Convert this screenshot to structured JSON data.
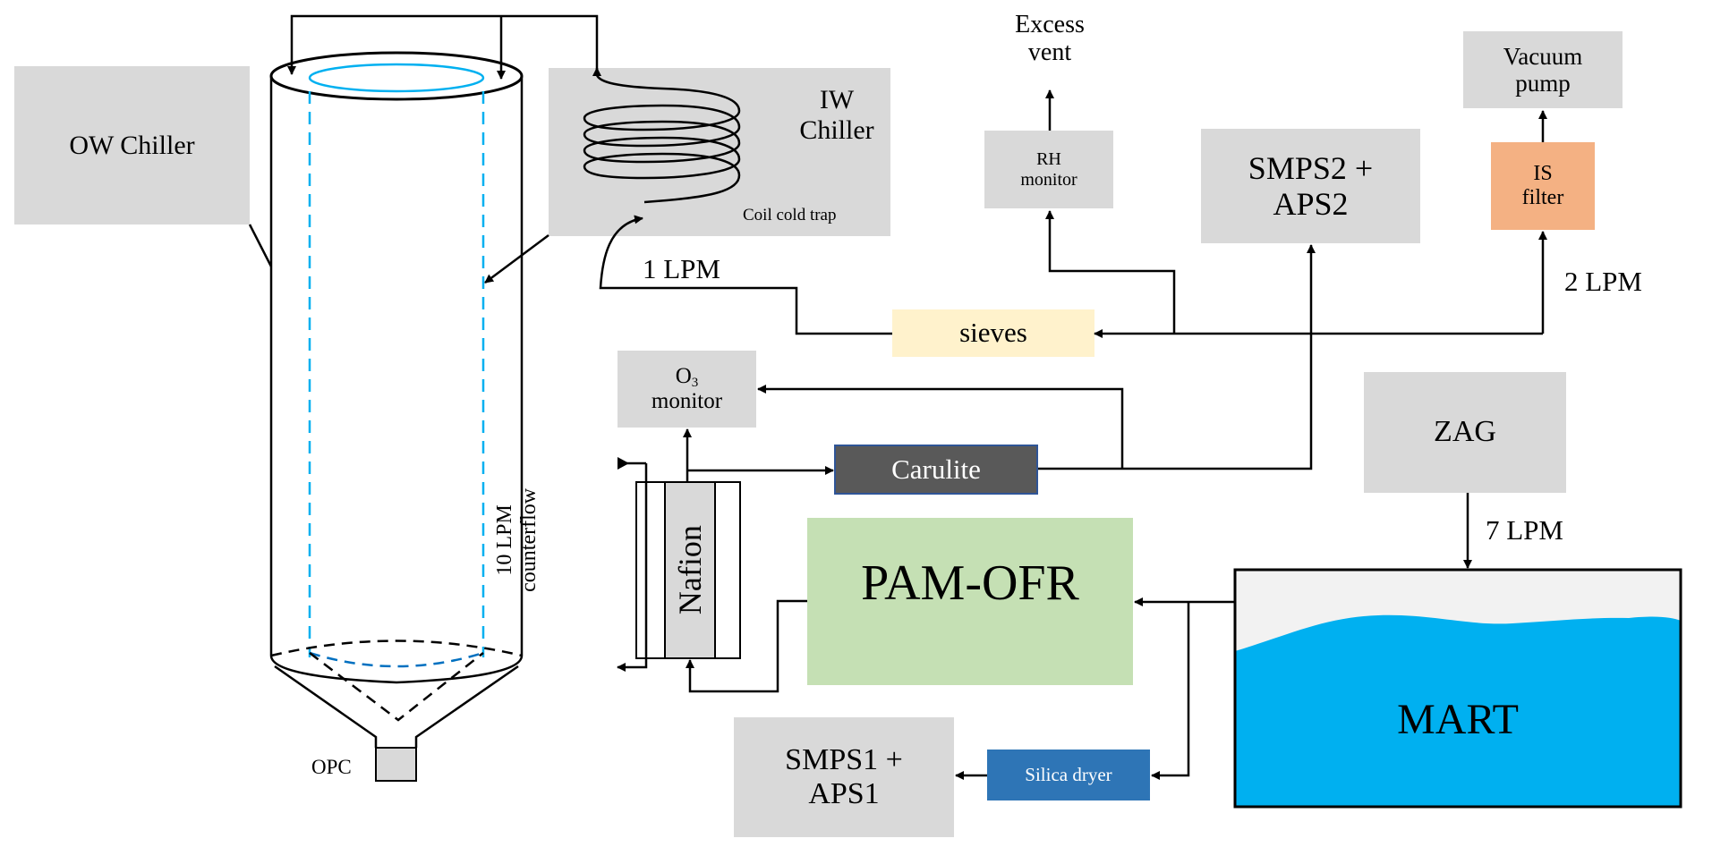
{
  "diagram": {
    "components": {
      "ow_chiller": "OW Chiller",
      "iw_chiller_line1": "IW",
      "iw_chiller_line2": "Chiller",
      "coil_cold_trap": "Coil cold trap",
      "excess_vent_line1": "Excess",
      "excess_vent_line2": "vent",
      "rh_monitor_line1": "RH",
      "rh_monitor_line2": "monitor",
      "smps2_line1": "SMPS2 +",
      "smps2_line2": "APS2",
      "vacuum_pump_line1": "Vacuum",
      "vacuum_pump_line2": "pump",
      "is_filter_line1": "IS",
      "is_filter_line2": "filter",
      "sieves": "sieves",
      "o3_monitor_main": "O",
      "o3_monitor_sub": "3",
      "o3_monitor_line2": "monitor",
      "carulite": "Carulite",
      "zag": "ZAG",
      "nafion": "Nafion",
      "counterflow_line1": "10 LPM",
      "counterflow_line2": "counterflow",
      "pam_ofr": "PAM-OFR",
      "mart": "MART",
      "smps1_line1": "SMPS1 +",
      "smps1_line2": "APS1",
      "silica_dryer": "Silica dryer",
      "opc": "OPC"
    },
    "flows": {
      "coil_flow": "1 LPM",
      "is_filter_flow": "2 LPM",
      "zag_flow": "7 LPM"
    },
    "colors": {
      "box_gray": "#d9d9d9",
      "sieves": "#fff2cc",
      "is_filter": "#f4b183",
      "carulite": "#595959",
      "pam_ofr": "#c5e0b4",
      "silica_dryer": "#2e75b6",
      "mart_water": "#00b0f0",
      "mart_air": "#f2f2f2",
      "inner_wall": "#00b0f0"
    }
  }
}
